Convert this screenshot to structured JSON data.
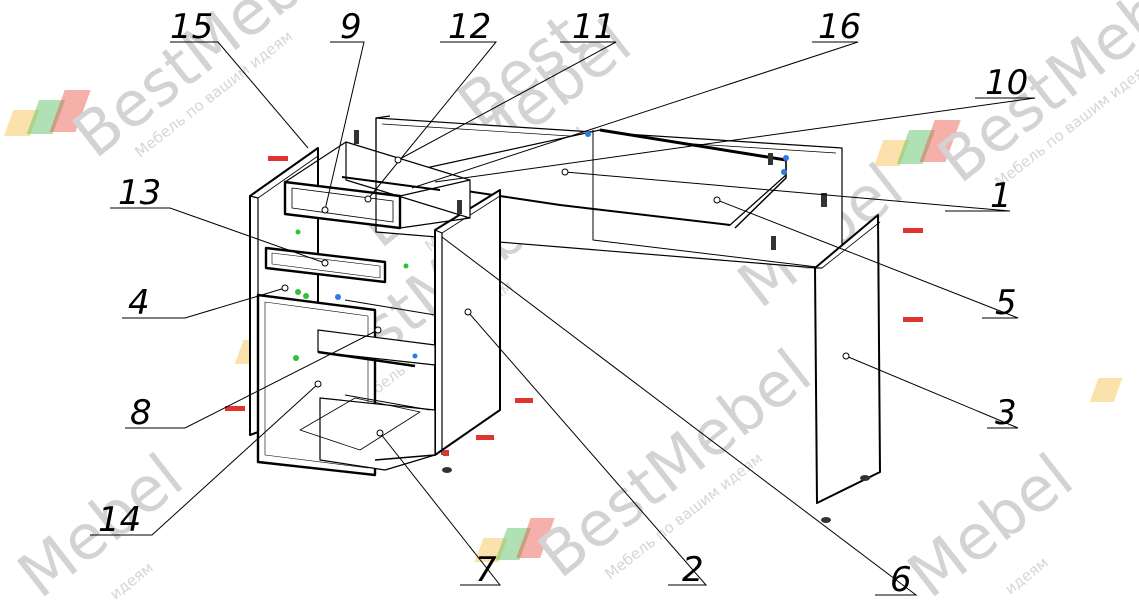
{
  "diagram": {
    "callouts": [
      {
        "id": "c15",
        "label": "15"
      },
      {
        "id": "c9",
        "label": "9"
      },
      {
        "id": "c12",
        "label": "12"
      },
      {
        "id": "c11",
        "label": "11"
      },
      {
        "id": "c16",
        "label": "16"
      },
      {
        "id": "c10",
        "label": "10"
      },
      {
        "id": "c13",
        "label": "13"
      },
      {
        "id": "c1",
        "label": "1"
      },
      {
        "id": "c4",
        "label": "4"
      },
      {
        "id": "c5",
        "label": "5"
      },
      {
        "id": "c8",
        "label": "8"
      },
      {
        "id": "c3",
        "label": "3"
      },
      {
        "id": "c14",
        "label": "14"
      },
      {
        "id": "c7",
        "label": "7"
      },
      {
        "id": "c2",
        "label": "2"
      },
      {
        "id": "c6",
        "label": "6"
      }
    ]
  },
  "watermark": {
    "brand": "BestMebel",
    "brand_short": "Mebel",
    "brand_partial": "Best",
    "tagline": "Мебель по вашим идеям",
    "tagline_short": "идеям"
  },
  "colors": {
    "line": "#000000",
    "accent_red": "#e0342f",
    "accent_blue": "#2a7de1",
    "accent_green": "#2fbf3a",
    "logo_orange": "#f7b733",
    "logo_green": "#3cb54a",
    "logo_red": "#e63b2e"
  }
}
